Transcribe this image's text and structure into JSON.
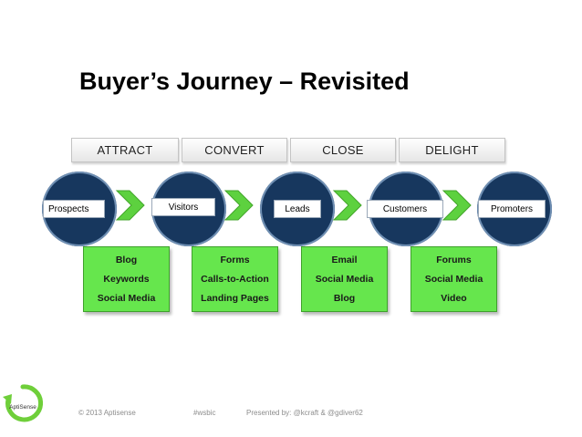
{
  "title": "Buyer’s Journey – Revisited",
  "stages": [
    "ATTRACT",
    "CONVERT",
    "CLOSE",
    "DELIGHT"
  ],
  "nodes": [
    "Prospects",
    "Visitors",
    "Leads",
    "Customers",
    "Promoters"
  ],
  "tactics": [
    [
      "Blog",
      "Keywords",
      "Social Media"
    ],
    [
      "Forms",
      "Calls-to-Action",
      "Landing Pages"
    ],
    [
      "Email",
      "Social Media",
      "Blog"
    ],
    [
      "Forums",
      "Social Media",
      "Video"
    ]
  ],
  "footer": {
    "copyright": "© 2013 Aptisense",
    "hashtag": "#wsbic",
    "presented": "Presented by: @kcraft & @gdiver62"
  },
  "logo_text": "AptiSense",
  "colors": {
    "circle": "#17375e",
    "arrow": "#5dd13f",
    "tactic_box": "#66e64d"
  }
}
